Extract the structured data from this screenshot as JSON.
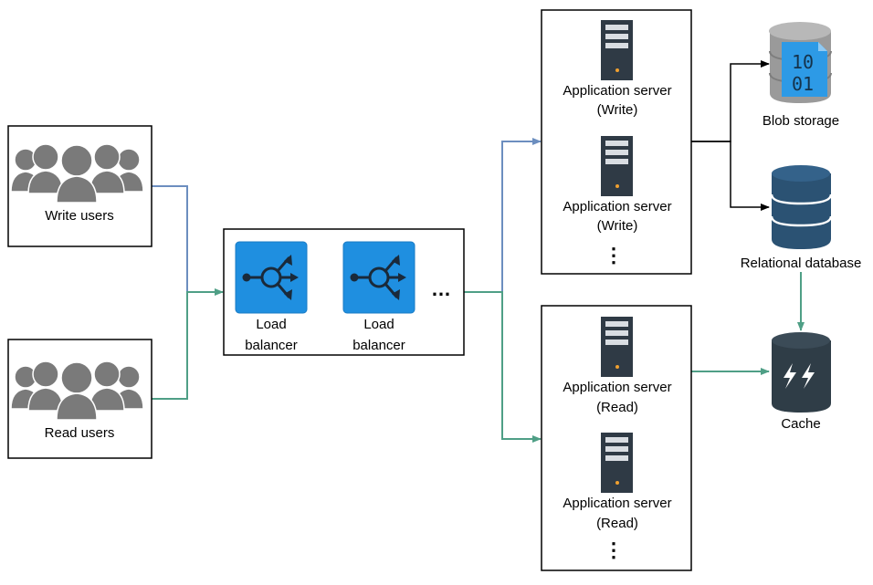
{
  "users": {
    "write_label": "Write users",
    "read_label": "Read users"
  },
  "load_balancers": {
    "items": [
      {
        "line1": "Load",
        "line2": "balancer"
      },
      {
        "line1": "Load",
        "line2": "balancer"
      }
    ],
    "ellipsis": "…"
  },
  "write_servers": {
    "items": [
      {
        "line1": "Application server",
        "line2": "(Write)"
      },
      {
        "line1": "Application server",
        "line2": "(Write)"
      }
    ],
    "ellipsis": "⋮"
  },
  "read_servers": {
    "items": [
      {
        "line1": "Application server",
        "line2": "(Read)"
      },
      {
        "line1": "Application server",
        "line2": "(Read)"
      }
    ],
    "ellipsis": "⋮"
  },
  "storage": {
    "blob_label": "Blob storage",
    "blob_digits_top": "10",
    "blob_digits_bottom": "01",
    "db_label": "Relational database",
    "cache_label": "Cache"
  },
  "colors": {
    "write_edge": "#6c8ebf",
    "read_edge": "#4f9f86",
    "server": "#2f3a45",
    "lb": "#1f8fe0",
    "db": "#2b5273",
    "cache": "#2f3d47"
  }
}
